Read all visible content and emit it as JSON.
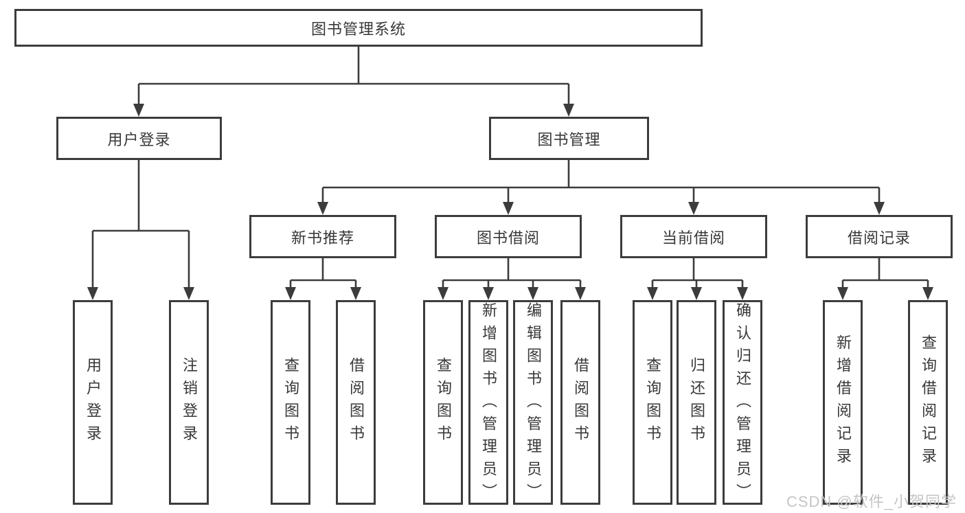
{
  "nodes": {
    "root": "图书管理系统",
    "level2": [
      "用户登录",
      "图书管理"
    ],
    "level3": [
      "新书推荐",
      "图书借阅",
      "当前借阅",
      "借阅记录"
    ],
    "leaves": [
      "用户登录",
      "注销登录",
      "查询图书",
      "借阅图书",
      "查询图书",
      "新增图书（管理员）",
      "编辑图书（管理员）",
      "借阅图书",
      "查询图书",
      "归还图书",
      "确认归还（管理员）",
      "新增借阅记录",
      "查询借阅记录"
    ]
  },
  "hierarchy": {
    "图书管理系统": [
      "用户登录",
      "图书管理"
    ],
    "用户登录": [
      "用户登录",
      "注销登录"
    ],
    "图书管理": [
      "新书推荐",
      "图书借阅",
      "当前借阅",
      "借阅记录"
    ],
    "新书推荐": [
      "查询图书",
      "借阅图书"
    ],
    "图书借阅": [
      "查询图书",
      "新增图书（管理员）",
      "编辑图书（管理员）",
      "借阅图书"
    ],
    "当前借阅": [
      "查询图书",
      "归还图书",
      "确认归还（管理员）"
    ],
    "借阅记录": [
      "新增借阅记录",
      "查询借阅记录"
    ]
  },
  "colors": {
    "line": "#3c3c3c",
    "text": "#383838",
    "watermark": "#c5c5c5",
    "background": "#ffffff"
  },
  "watermark": {
    "text": "CSDN @软件_小贺同学"
  }
}
